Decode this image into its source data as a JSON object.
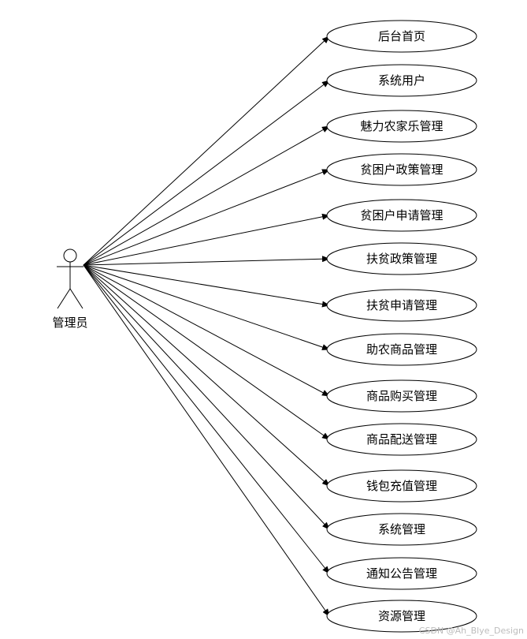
{
  "actor": {
    "label": "管理员",
    "icon": "stick-figure-actor"
  },
  "use_cases": [
    {
      "label": "后台首页"
    },
    {
      "label": "系统用户"
    },
    {
      "label": "魅力农家乐管理"
    },
    {
      "label": "贫困户政策管理"
    },
    {
      "label": "贫困户申请管理"
    },
    {
      "label": "扶贫政策管理"
    },
    {
      "label": "扶贫申请管理"
    },
    {
      "label": "助农商品管理"
    },
    {
      "label": "商品购买管理"
    },
    {
      "label": "商品配送管理"
    },
    {
      "label": "钱包充值管理"
    },
    {
      "label": "系统管理"
    },
    {
      "label": "通知公告管理"
    },
    {
      "label": "资源管理"
    }
  ],
  "watermark": "CSDN @Ah_Blye_Design",
  "colors": {
    "stroke": "#000000",
    "background": "#ffffff"
  }
}
